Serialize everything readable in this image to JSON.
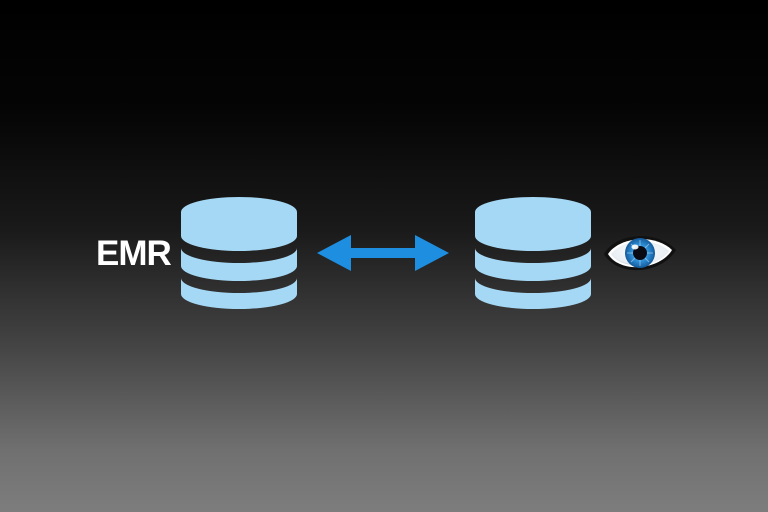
{
  "diagram": {
    "left_label": "EMR",
    "nodes": [
      {
        "id": "emr-database",
        "icon": "database-icon"
      },
      {
        "id": "viewer-database",
        "icon": "database-icon"
      }
    ],
    "edge": {
      "from": "emr-database",
      "to": "viewer-database",
      "direction": "bidirectional",
      "icon": "double-arrow-icon"
    },
    "viewer_icon": "eye-icon"
  },
  "colors": {
    "database_fill": "#a5d8f5",
    "arrow": "#1e8fe0",
    "label": "#ffffff",
    "eye_iris": "#2a8ad6"
  }
}
